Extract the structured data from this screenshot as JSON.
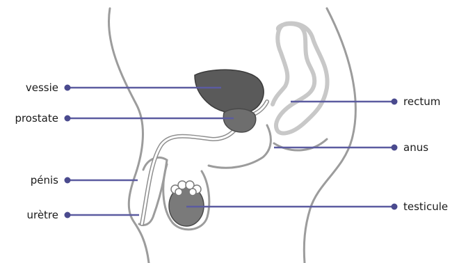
{
  "diagram": {
    "labels": {
      "vessie": "vessie",
      "prostate": "prostate",
      "penis": "pénis",
      "uretre": "urètre",
      "rectum": "rectum",
      "anus": "anus",
      "testicule": "testicule"
    },
    "colors": {
      "outline": "#9c9c9c",
      "rectum_outline": "#c8c8c8",
      "organ_fill": "#5a5a5a",
      "prostate_fill": "#6e6e6e",
      "testicle_fill": "#7a7a7a",
      "leader_line": "#5b5ba0",
      "leader_dot": "#4a4a8e",
      "text": "#1a1a1a"
    }
  }
}
